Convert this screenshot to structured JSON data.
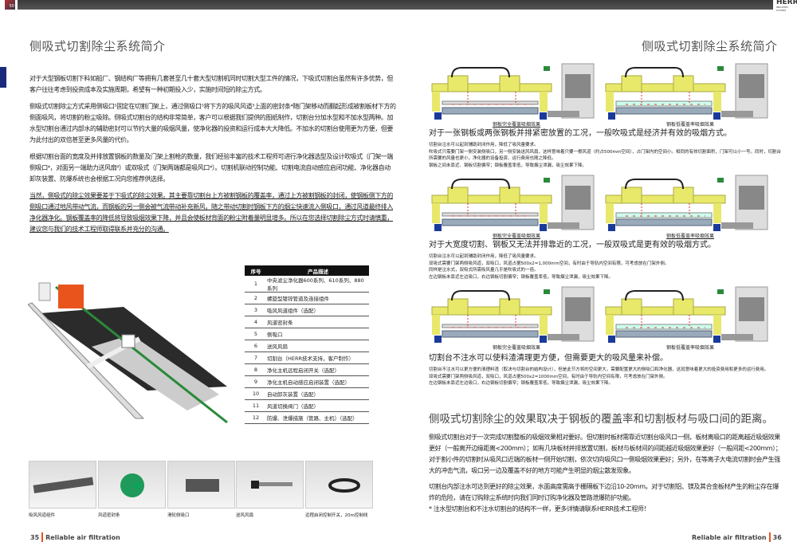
{
  "header": {
    "page_badge": "50",
    "logo": "HERR",
    "logo_sub": "INDUSTRY SYSTEM"
  },
  "left": {
    "title": "侧吸式切割除尘系统简介",
    "paragraphs": [
      "对于大型钢板切割下料如船厂、钢结构厂等拥有几套甚至几十套大型切割机同时切割大型工件的情况，下吸式切割台虽然有许多优势，但客户往往考虑到投资成本及实施周期，希望有一种初期投入少，实施时间短的除尘方式。",
      "侧吸式切割除尘方式采用侧吸口⁵固定在切割门架上，通过侧吸口⁵将下方的吸风风道³上面的密封条⁴随门架移动而翻起形成被割板材下方的侧面吸风，将切割的粉尘吸除。侧吸式切割台的结构非常简单，客户可以根据我们提供的图纸制作，切割台分加水型和不加水型两种。加水型切割台通过内部水的辅助密封可以节约大量的吸烟风量，使净化器的投资和运行成本大大降低。不加水的切割台使用更为方便，但要为此付出的双倍甚至更多风量的代价。",
      "根据切割台面的宽度及并排放置钢板的数量及门架上割枪的数量，我们经验丰富的技术工程师可进行净化器选型及设计吹吸式（门架一端侧吸口⁴，对面另一端助力送风扇⁶）或双吸式（门架两端都是吸风口⁴）。切割机联动控制功能、切割电流自动感应启闭功能、净化器自动卸灰装置、防爆系统也会根据工况向您推荐供选择。",
      "当然，侧吸式的除尘效果要差于下吸式的除尘效果。其主要靠切割台上方被割钢板的覆盖率，通过上方被割钢板的封闭，使钢板侧下方的侧吸口通过地风带动气流，而钢板的另一侧会被气流带动补充新风，随之带动切割时钢板下方的烟尘快速流入侧吸口，通过风道最终排入净化器净化。钢板覆盖率的降低将导致吸烟效果下降，并且会使板材背面的粉尘附着量明显增多。所以在您选择切割除尘方式时请慎重，建议您与我们的技术工程师取得联系并充分的沟通。"
    ],
    "table": {
      "headers": [
        "序号",
        "产品描述"
      ],
      "rows": [
        [
          "1",
          "中央滤尘净化器600系列、610系列、880系列"
        ],
        [
          "2",
          "螺旋型镀锌管道及连接组件"
        ],
        [
          "3",
          "吸风风道组件（选配）"
        ],
        [
          "4",
          "风道密封条"
        ],
        [
          "5",
          "侧吸口"
        ],
        [
          "6",
          "送风风扇"
        ],
        [
          "7",
          "切割台（HERR技术支持，客户制作）"
        ],
        [
          "8",
          "净化主机远程启闭开关（选配）"
        ],
        [
          "9",
          "净化主机自动感应启闭装置（选配）"
        ],
        [
          "10",
          "自动卸灰装置（选配）"
        ],
        [
          "11",
          "风道切换阀门（选配）"
        ],
        [
          "12",
          "防爆、泄爆措施（管路、主机）（选配）"
        ]
      ]
    },
    "photos": [
      "吸风风道组件",
      "风道密封条",
      "滑轮侧吸口",
      "送风风扇",
      "远程启闭控制开关，20m控制线"
    ],
    "footer": {
      "page": "35",
      "text": "Reliable air filtration"
    }
  },
  "right": {
    "title": "侧吸式切割除尘系统简介",
    "sections": [
      {
        "captions": [
          "钢板完全覆盖吸烟效果",
          "钢板低覆盖率吸烟效果"
        ],
        "heading": "对于一张钢板或两张钢板并排紧密放置的工况，一般吹吸式是经济并有效的吸烟方式。",
        "lines": [
          "切割台注水可以起到辅助封闭作用，降低了吸风量要求。",
          "吹吸式只需要门架一侧安装侧吸口，另一侧安装送风风扇，这样意味着只要一根风道（约占500mm空间），占门架内的空间小。相同的有效切割面积，门架可以小一号。同时，切割台所需要的风量也更小，净化器的设备投资、运行费用也随之降低。",
          "钢板之间未靠近、钢板切割偏窄；钢板覆盖率低，导致烟尘泄漏，吸尘效果下降。"
        ]
      },
      {
        "captions": [
          "钢板完全覆盖吸烟效果",
          "钢板低覆盖率吸烟效果"
        ],
        "heading": "对于大宽度切割、钢板又无法并排靠近的工况，一般双吸式是更有效的吸烟方式。",
        "lines": [
          "切割台注水可以起到辅助封闭作用，降低了吸风量要求。",
          "双吸式需要门架两侧吸风道，双吸口，风道占据500x2=1,000mm空间，有时由于导轨内空间有限，可考虑放在门架外侧。",
          "同样是注水式，双吸式所需吸风量几乎是吹吸式的一倍。",
          "左边钢板未靠近左边吸口，右边钢板切割偏窄；钢板覆盖率低，导致烟尘泄漏，吸尘效果下降。"
        ]
      },
      {
        "captions": [
          "钢板完全覆盖吸烟效果",
          "钢板低覆盖率吸烟效果"
        ],
        "heading": "切割台不注水可以使料渣清理更方便，但需要更大的吸风量来补偿。",
        "lines": [
          "切割台不注水可以更方便的清理料渣（取决与切割台的结构设计），但是此节方将的空间更大，需要配置更大的侧吸口和净化器，这就意味着更大的投资费用和更多的运行费用。",
          "双吸式需要门架两侧吸风道，双吸口，风道占据500x2=1000mm空间，有时由于导轨内空间有限，可考虑放在门架外侧。",
          "左边钢板未靠近左边吸口，右边钢板切割偏窄；钢板覆盖率低，导致烟尘泄漏，吸尘效果下降。"
        ]
      }
    ],
    "big_heading": "侧吸式切割除尘的效果取决于钢板的覆盖率和切割板材与吸口间的距离。",
    "paragraphs": [
      "侧吸式切割台对于一次完成切割整板的吸烟效果相对要好。但切割时板材需靠近切割台吸风口一侧，板材离吸口的距离越近吸烟效果更好（一般离开边缘距离<200mm）；如有几块板材并排放置切割，板材与板材间的间距越近吸烟效果更好（一般间距<200mm）；对于割小件的切割时从吸风口近端的板材一侧开始切割，依次切向吸风口一侧吸烟效果更好；另外，在等离子大电流切割时会产生强大的冲击气流，吸口另一边及覆盖不好的地方可能产生明显的烟尘散发现象。",
      "切割台内部注水可达到更好的除尘效果，水面高度需高于栅隔板下边沿10-20mm。对于切割铝、镁及其合金板材产生的粉尘存在爆炸的危险，请在订购除尘系统时向我们同时订购净化器及管路泄爆防护功能。",
      "* 注水型切割台和不注水切割台的结构不一样，更多详情请联系HERR技术工程师！"
    ],
    "footer": {
      "page": "36",
      "text": "Reliable air filtration"
    }
  },
  "colors": {
    "accent": "#e8541c",
    "frame": "#e8e86a",
    "topbar": "#444444"
  }
}
